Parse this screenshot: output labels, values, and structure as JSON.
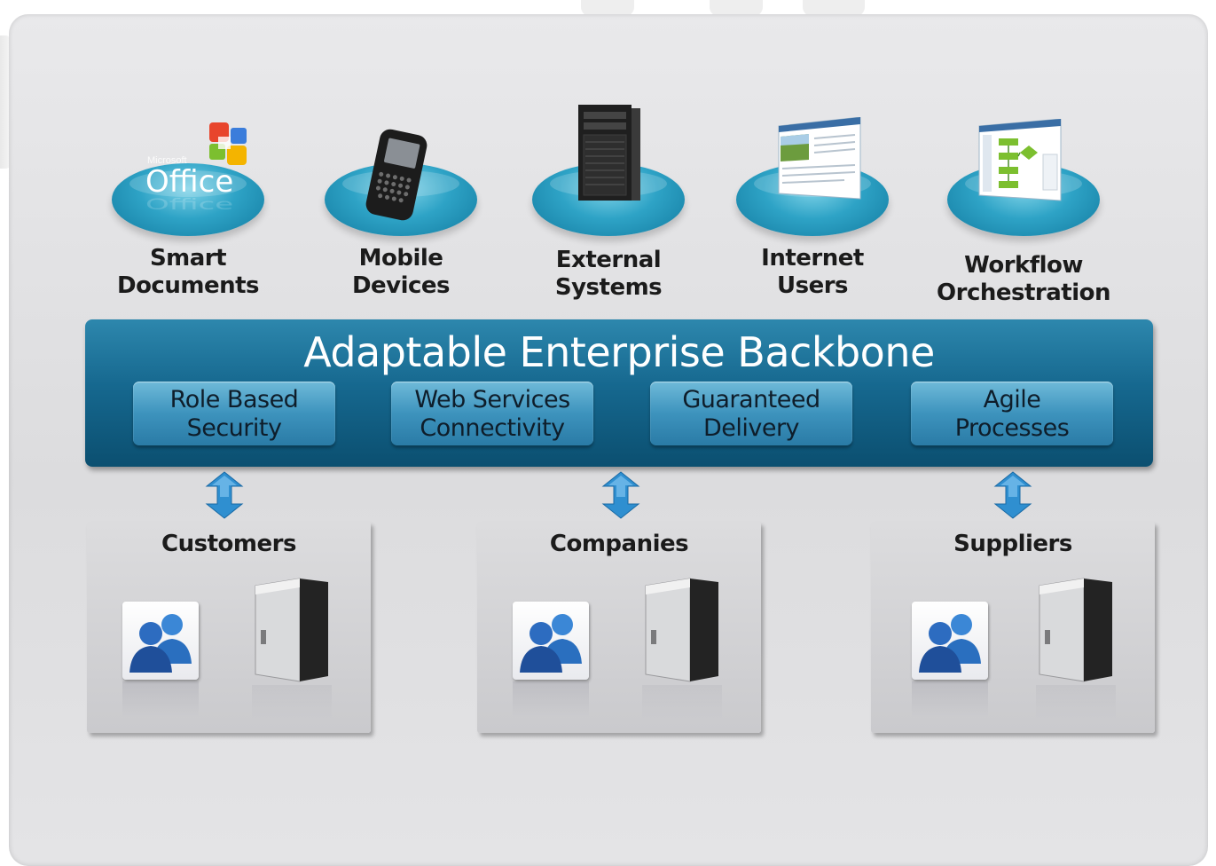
{
  "top_items": [
    {
      "icon": "microsoft-office-logo",
      "logo_text": "Microsoft Office",
      "line1": "Smart",
      "line2": "Documents"
    },
    {
      "icon": "blackberry-phone",
      "line1": "Mobile",
      "line2": "Devices"
    },
    {
      "icon": "server-tower",
      "line1": "External",
      "line2": "Systems"
    },
    {
      "icon": "web-browser-window",
      "line1": "Internet",
      "line2": "Users"
    },
    {
      "icon": "workflow-diagram-window",
      "line1": "Workflow",
      "line2": "Orchestration"
    }
  ],
  "backbone": {
    "title": "Adaptable Enterprise Backbone",
    "capabilities": [
      {
        "line1": "Role Based",
        "line2": "Security"
      },
      {
        "line1": "Web Services",
        "line2": "Connectivity"
      },
      {
        "line1": "Guaranteed",
        "line2": "Delivery"
      },
      {
        "line1": "Agile",
        "line2": "Processes"
      }
    ]
  },
  "groups": [
    {
      "title": "Customers"
    },
    {
      "title": "Companies"
    },
    {
      "title": "Suppliers"
    }
  ],
  "colors": {
    "backbone": "#16688f",
    "capability": "#3d93bd",
    "disc": "#2ea3c6",
    "arrow": "#2f8fd0"
  }
}
